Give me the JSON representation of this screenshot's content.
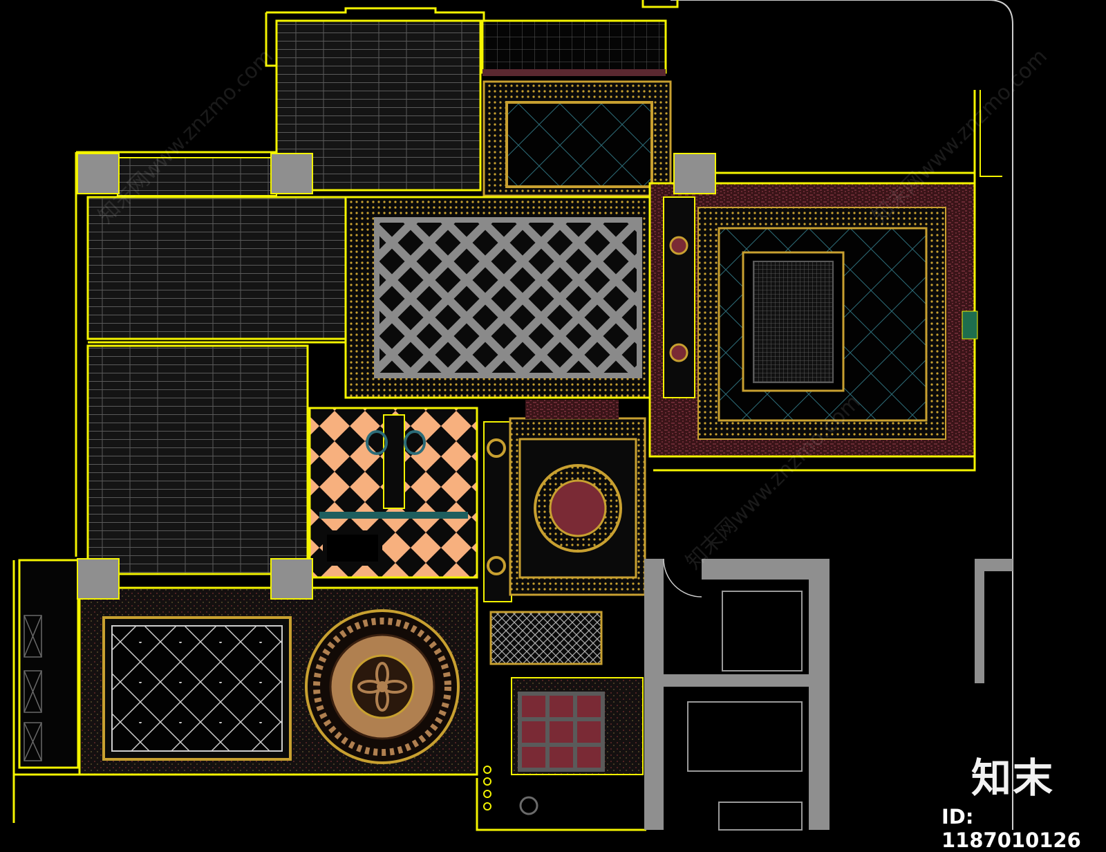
{
  "brand": {
    "logo_text": "知末",
    "id_label": "ID: 1187010126"
  },
  "watermark": {
    "text": "知末网www.znzmo.com"
  },
  "palette": {
    "background": "#000000",
    "wall_yellow": "#f4f400",
    "wood_stripe": "#5a5a5a",
    "column_gray": "#8f8f8f",
    "tile_peach": "#f7b07e",
    "carpet_red": "#7a2a35",
    "border_gold": "#c8a030",
    "diamond_gray": "#8a8a8a",
    "dark_cyan": "#2c6c78",
    "medallion_bronze": "#b08050"
  }
}
